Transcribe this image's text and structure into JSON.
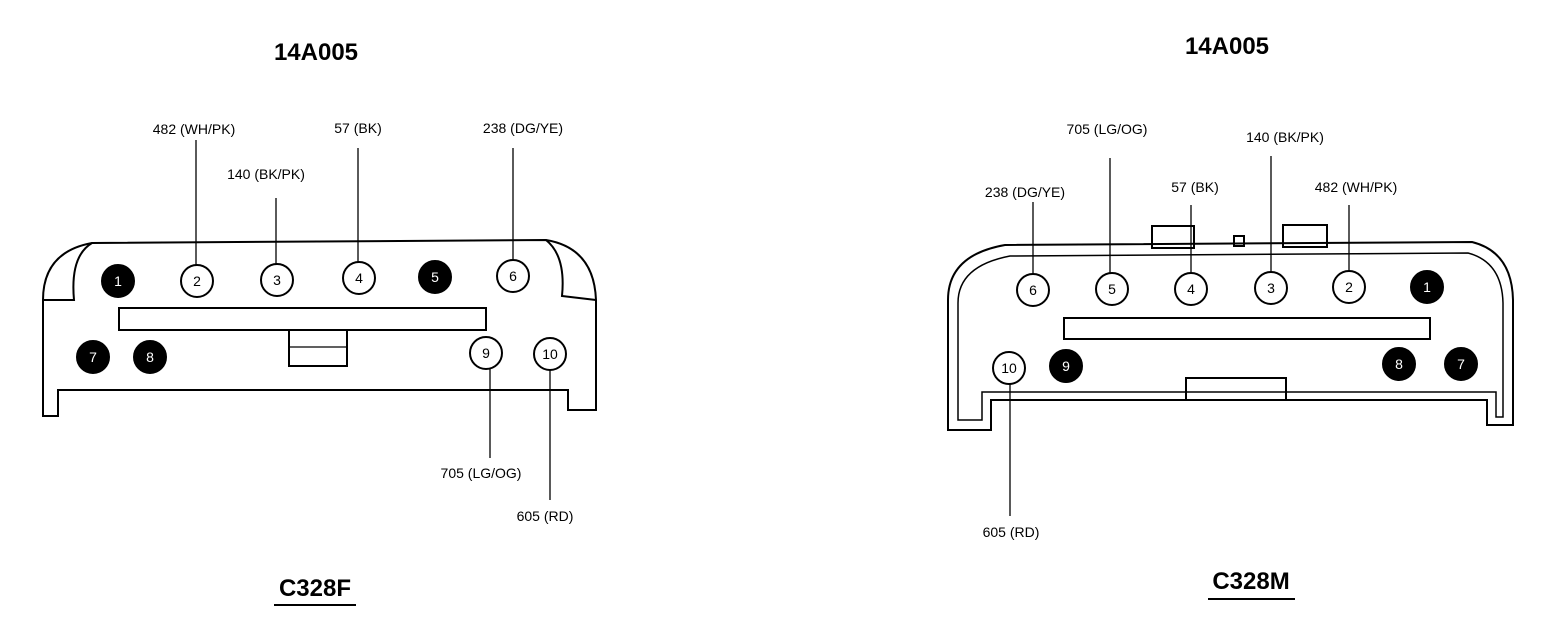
{
  "connectors": [
    {
      "id": "female",
      "title": "14A005",
      "caption": "C328F",
      "pins": [
        {
          "num": "1",
          "filled": true
        },
        {
          "num": "2",
          "filled": false
        },
        {
          "num": "3",
          "filled": false
        },
        {
          "num": "4",
          "filled": false
        },
        {
          "num": "5",
          "filled": true
        },
        {
          "num": "6",
          "filled": false
        },
        {
          "num": "7",
          "filled": true
        },
        {
          "num": "8",
          "filled": true
        },
        {
          "num": "9",
          "filled": false
        },
        {
          "num": "10",
          "filled": false
        }
      ],
      "wires": [
        {
          "pin": "2",
          "label": "482 (WH/PK)"
        },
        {
          "pin": "3",
          "label": "140 (BK/PK)"
        },
        {
          "pin": "4",
          "label": "57 (BK)"
        },
        {
          "pin": "6",
          "label": "238 (DG/YE)"
        },
        {
          "pin": "9",
          "label": "705 (LG/OG)"
        },
        {
          "pin": "10",
          "label": "605 (RD)"
        }
      ]
    },
    {
      "id": "male",
      "title": "14A005",
      "caption": "C328M",
      "pins": [
        {
          "num": "6",
          "filled": false
        },
        {
          "num": "5",
          "filled": false
        },
        {
          "num": "4",
          "filled": false
        },
        {
          "num": "3",
          "filled": false
        },
        {
          "num": "2",
          "filled": false
        },
        {
          "num": "1",
          "filled": true
        },
        {
          "num": "10",
          "filled": false
        },
        {
          "num": "9",
          "filled": true
        },
        {
          "num": "8",
          "filled": true
        },
        {
          "num": "7",
          "filled": true
        }
      ],
      "wires": [
        {
          "pin": "6",
          "label": "238 (DG/YE)"
        },
        {
          "pin": "5",
          "label": "705 (LG/OG)"
        },
        {
          "pin": "4",
          "label": "57 (BK)"
        },
        {
          "pin": "3",
          "label": "140 (BK/PK)"
        },
        {
          "pin": "2",
          "label": "482 (WH/PK)"
        },
        {
          "pin": "10",
          "label": "605 (RD)"
        }
      ]
    }
  ]
}
